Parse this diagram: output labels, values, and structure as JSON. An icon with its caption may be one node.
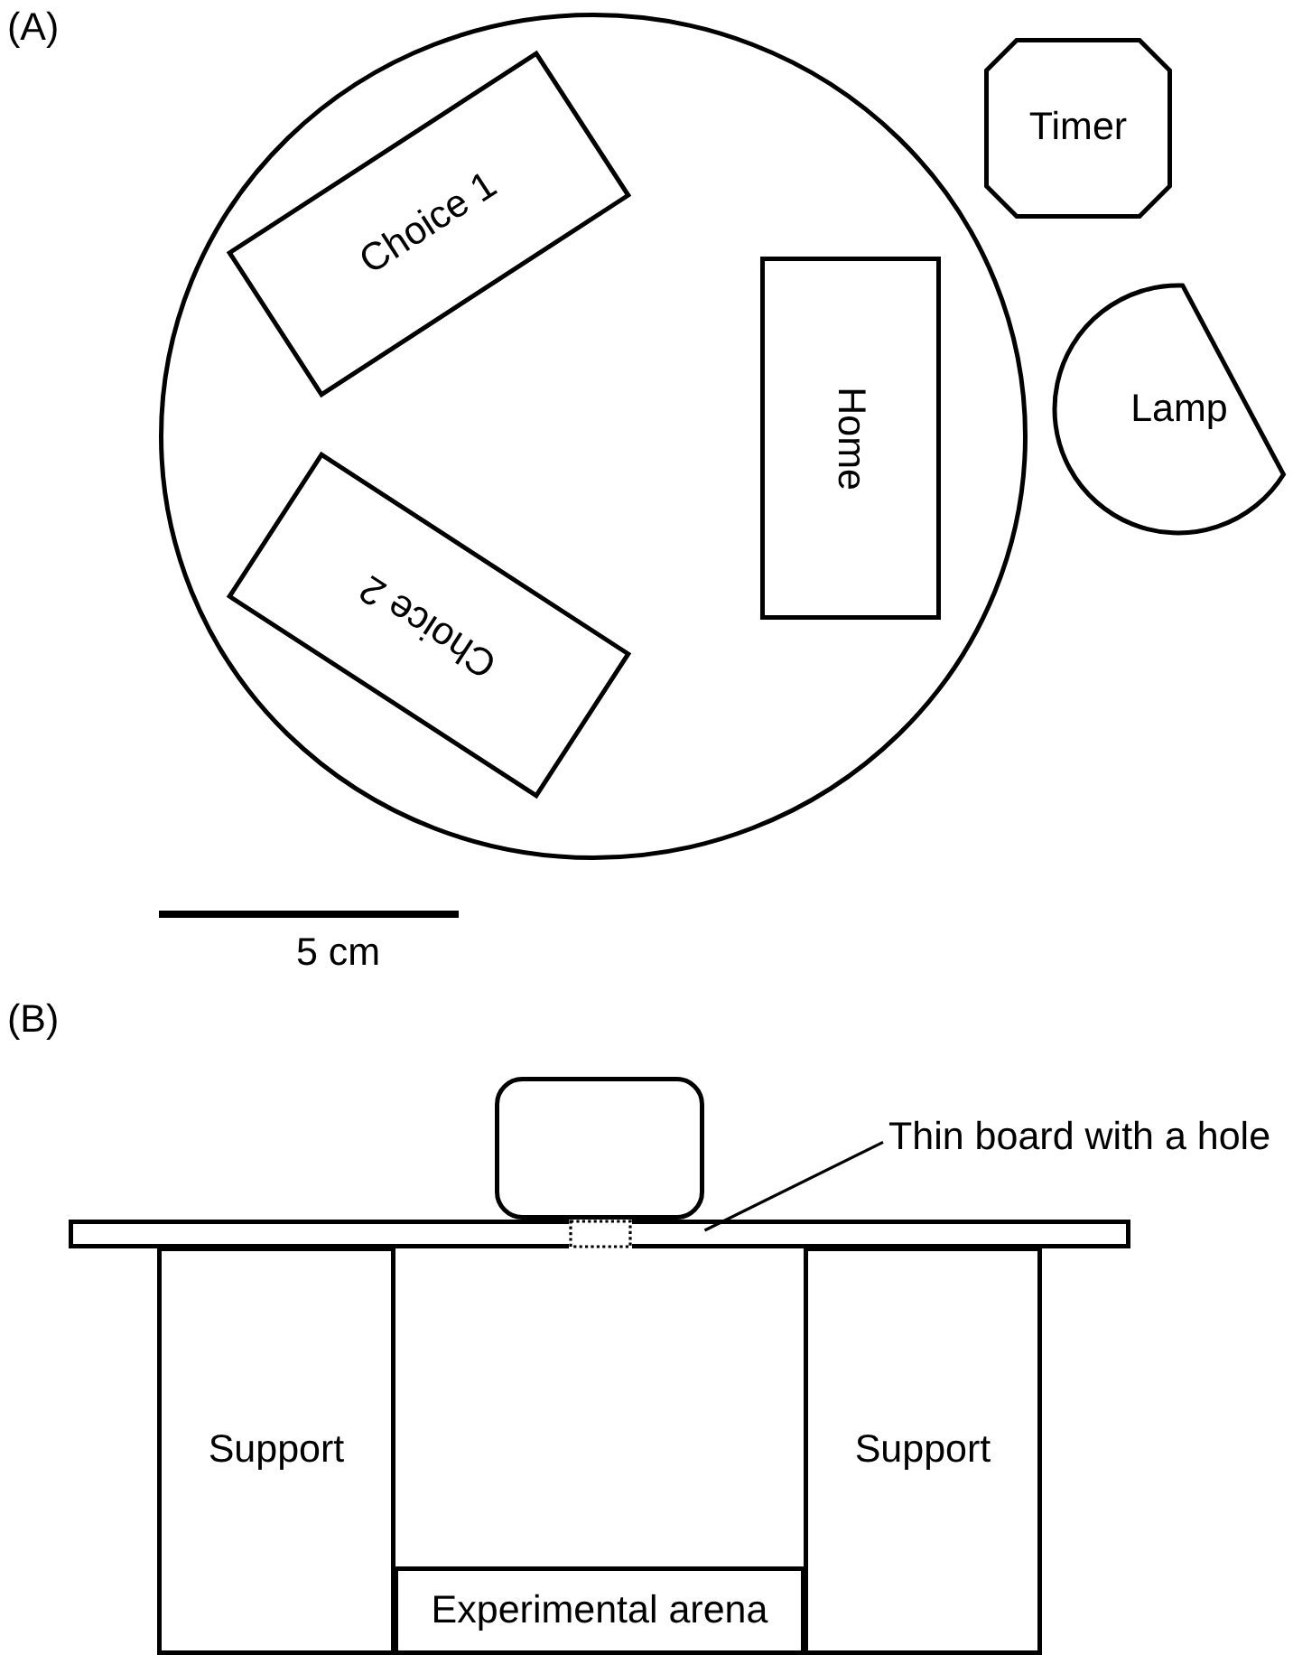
{
  "diagram": {
    "nodes": [
      {
        "text": [],
        "shape": "circle"
      },
      {
        "text": [
          "Choice 1"
        ],
        "in": 0
      },
      {
        "text": [
          "Choice 2"
        ],
        "in": 0
      },
      {
        "text": [
          "Home"
        ],
        "in": 0
      },
      {
        "text": [
          "Timer"
        ]
      },
      {
        "text": [
          "Lamp"
        ]
      },
      {
        "text": [],
        "shape": "box"
      },
      {
        "text": [
          "Thin board with a hole"
        ]
      },
      {
        "text": [],
        "shape": "bar"
      },
      {
        "text": [
          "Support"
        ]
      },
      {
        "text": [
          "Experimental arena"
        ]
      },
      {
        "text": [
          "Support"
        ]
      }
    ],
    "edges": [
      {
        "from": 7,
        "to": 8,
        "arrow": "none"
      }
    ],
    "labels": [
      "(A)",
      "5 cm",
      "(B)"
    ]
  }
}
